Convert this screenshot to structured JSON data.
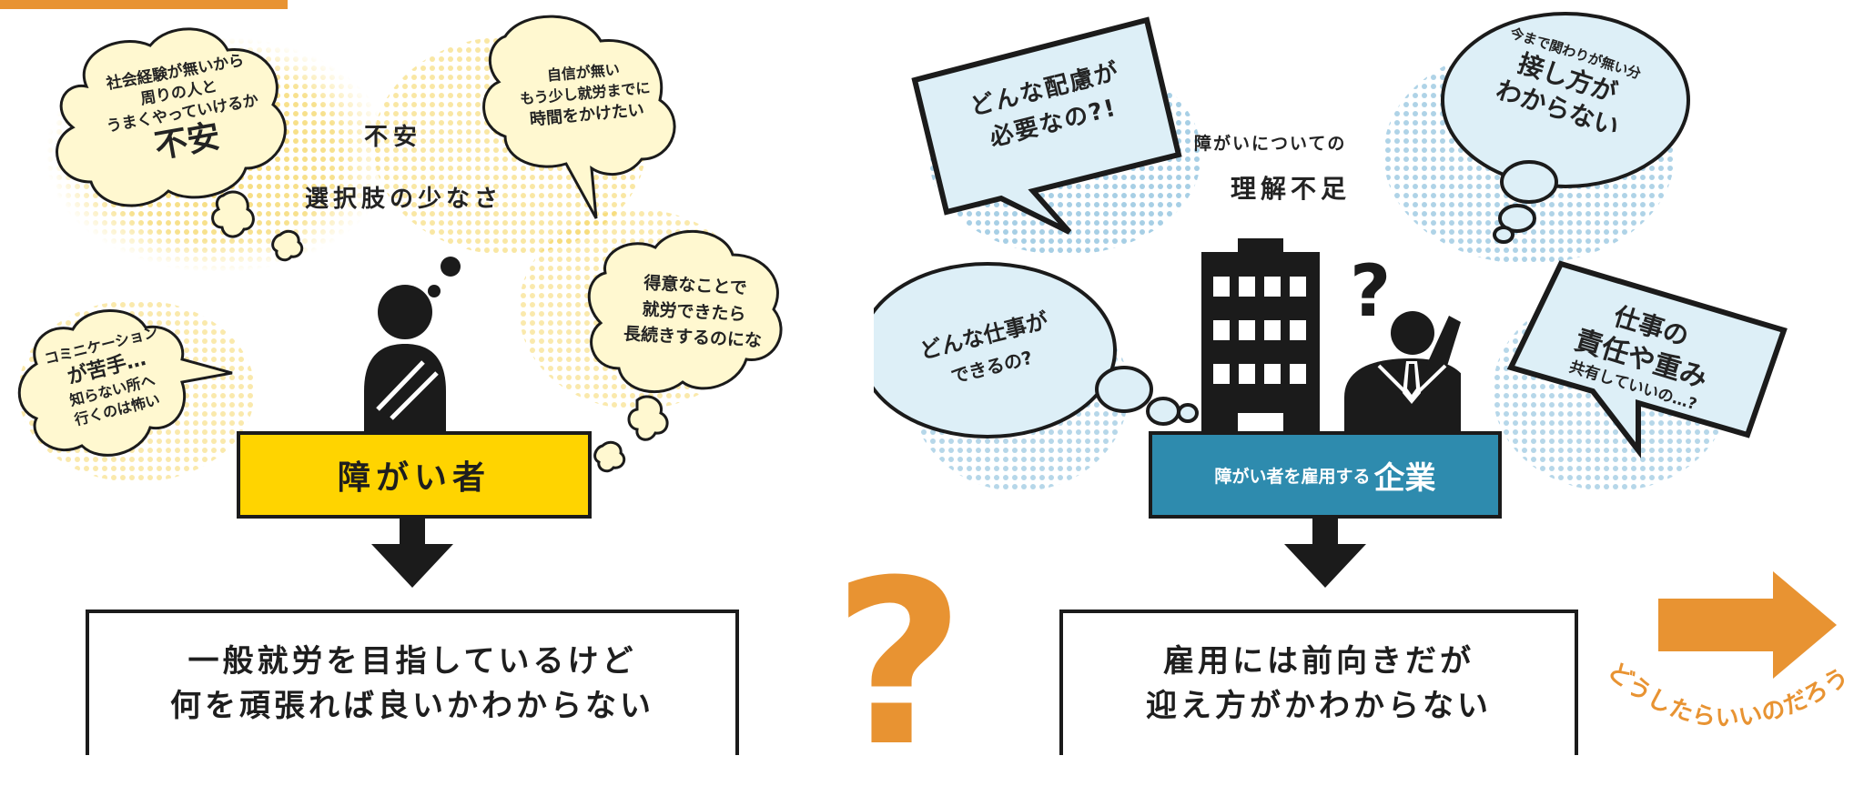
{
  "colors": {
    "yellow_label": "#FFD400",
    "blue_label": "#2E8BAE",
    "orange": "#E89332",
    "dot_yellow": "#F4D35A",
    "dot_blue": "#6DAFD3",
    "bubble_fill": "#FFF8D0",
    "bubble_fill_blue": "#DDEFF7",
    "outline": "#1B1B1B"
  },
  "left": {
    "thought1": [
      "社会経験が無いから",
      "周りの人と",
      "うまくやっていけるか"
    ],
    "thought1_emphasis": "不安",
    "thought2": [
      "自信が無い",
      "もう少し就労までに",
      "時間をかけたい"
    ],
    "thought3": [
      "コミニケーション",
      "が苦手…",
      "知らない所へ",
      "行くのは怖い"
    ],
    "thought4": [
      "得意なことで",
      "就労できたら",
      "長続きするのにな"
    ],
    "center_word1": "不安",
    "center_word2": "選択肢の少なさ",
    "label": "障がい者",
    "result_line1": "一般就労を目指しているけど",
    "result_line2": "何を頑張れば良いかわからない"
  },
  "right": {
    "speech1": [
      "どんな配慮が",
      "必要なの?!"
    ],
    "thought1_small": "今まで関わりが無い分",
    "thought1_big": [
      "接し方が",
      "わからない"
    ],
    "center_line1": "障がいについての",
    "center_line2": "理解不足",
    "thought2": [
      "どんな仕事が",
      "できるの?"
    ],
    "speech2_big": [
      "仕事の",
      "責任や重み"
    ],
    "speech2_small": "共有していいの…?",
    "label_small": "障がい者を雇用する",
    "label_big": "企業",
    "result_line1": "雇用には前向きだが",
    "result_line2": "迎え方がかわからない"
  },
  "center_mark": "?",
  "footer_caption": "どうしたらいいのだろう",
  "icons": [
    "thinking-person-icon",
    "building-icon",
    "confused-businessman-icon",
    "question-mark-icon",
    "down-arrow-icon",
    "right-arrow-icon"
  ]
}
